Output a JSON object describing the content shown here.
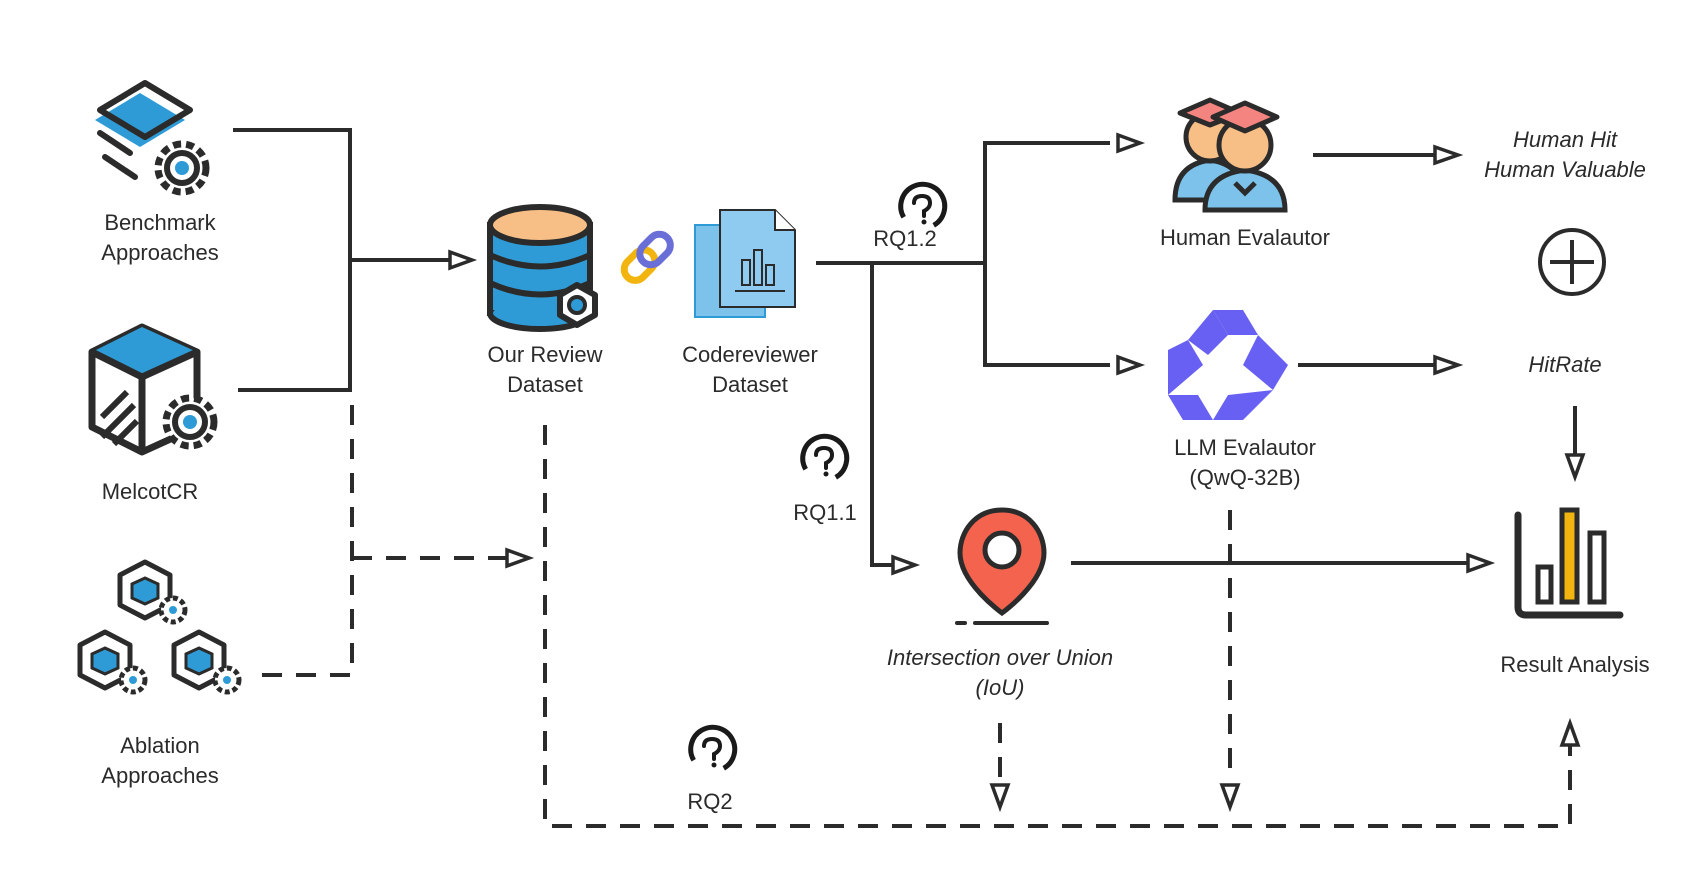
{
  "nodes": {
    "benchmark": {
      "line1": "Benchmark",
      "line2": "Approaches"
    },
    "melcot": {
      "label": "MelcotCR"
    },
    "ablation": {
      "line1": "Ablation",
      "line2": "Approaches"
    },
    "our_dataset": {
      "line1": "Our Review",
      "line2": "Dataset"
    },
    "codereviewer": {
      "line1": "Codereviewer",
      "line2": "Dataset"
    },
    "human_evaluator": {
      "label": "Human Evalautor"
    },
    "llm_evaluator": {
      "line1": "LLM Evalautor",
      "line2": "(QwQ-32B)"
    },
    "iou": {
      "line1": "Intersection over Union",
      "line2": "(IoU)"
    },
    "result_analysis": {
      "label": "Result Analysis"
    }
  },
  "metrics": {
    "human_hit": "Human Hit",
    "human_valuable": "Human Valuable",
    "hitrate": "HitRate"
  },
  "research_questions": {
    "rq12": "RQ1.2",
    "rq11": "RQ1.1",
    "rq2": "RQ2"
  },
  "icons": {
    "benchmark": "layers-gear-icon",
    "melcot": "box-gear-icon",
    "ablation": "cubes-gear-icon",
    "our_dataset": "database-gear-icon",
    "link": "chain-link-icon",
    "codereviewer": "document-chart-icon",
    "human_evaluator": "graduates-icon",
    "llm_evaluator": "qwen-logo-icon",
    "iou": "map-pin-icon",
    "plus": "circle-plus-icon",
    "result_analysis": "bar-chart-icon",
    "question": "question-mark-icon"
  },
  "colors": {
    "line": "#2b2b2b",
    "blue": "#2e9bd6",
    "light_blue": "#7cc2ea",
    "orange": "#f7bf86",
    "pink": "#f4847f",
    "purple": "#6860f2",
    "red": "#f4634e",
    "yellow": "#f2b40e"
  }
}
